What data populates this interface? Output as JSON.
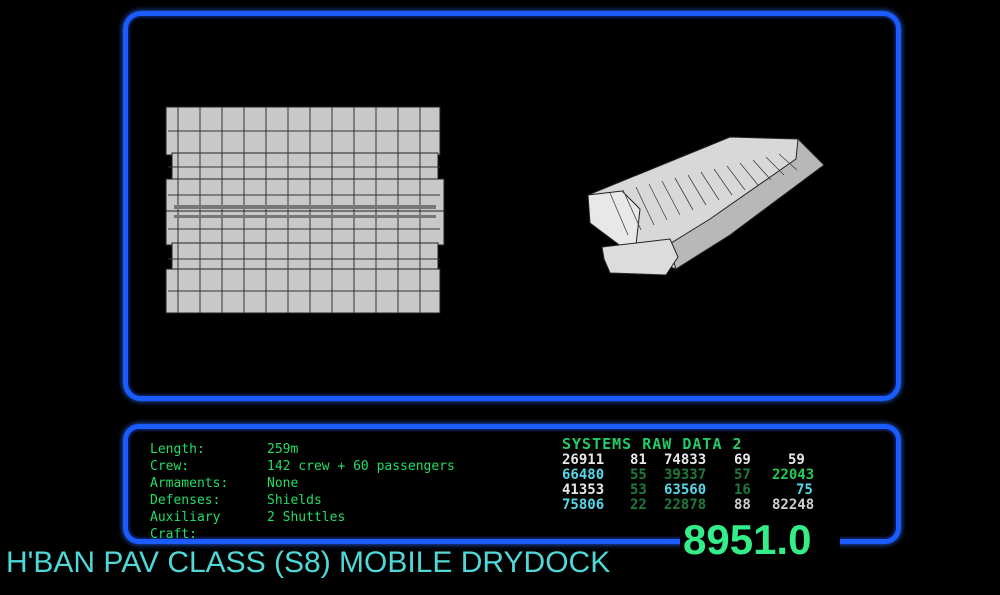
{
  "specs": [
    {
      "label": "Length:",
      "value": "259m"
    },
    {
      "label": "Crew:",
      "value": "142 crew + 60 passengers"
    },
    {
      "label": "Armaments:",
      "value": "None"
    },
    {
      "label": "Defenses:",
      "value": "Shields"
    },
    {
      "label": "Auxiliary Craft:",
      "value": "2 Shuttles"
    }
  ],
  "raw_data": {
    "title": "SYSTEMS RAW DATA 2",
    "rows": [
      [
        "26911",
        "81",
        "74833",
        "69",
        "59"
      ],
      [
        "66480",
        "55",
        "39337",
        "57",
        "22043"
      ],
      [
        "41353",
        "53",
        "63560",
        "16",
        "75"
      ],
      [
        "75806",
        "22",
        "22878",
        "88",
        "82248"
      ]
    ],
    "colors": {
      "white": "#e8e8e8",
      "cyan": "#55d8e8",
      "green": "#22cc55",
      "dim_green": "#1f7a3a"
    }
  },
  "stardate": "8951.0",
  "vessel_title": "H'BAN PAV CLASS (S8) MOBILE DRYDOCK",
  "accent_color": "#1a5cff"
}
